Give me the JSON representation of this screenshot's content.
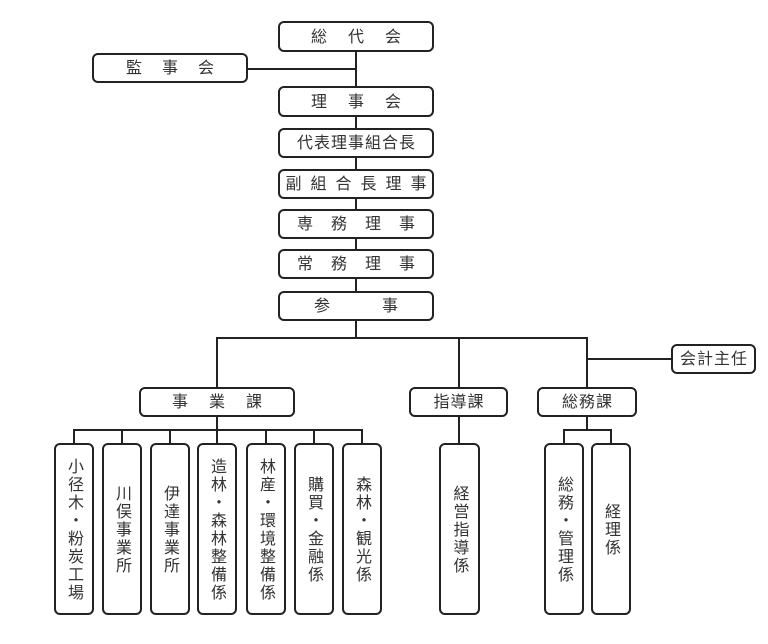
{
  "org_chart": {
    "governance": {
      "general_assembly": "総代会",
      "auditors": "監事会",
      "board": "理事会",
      "representative_director": "代表理事組合長",
      "vice_chairman": "副組合長理事",
      "senior_managing_director": "専務理事",
      "managing_director": "常務理事",
      "counselor": "参事"
    },
    "accounting_chief": "会計主任",
    "divisions": [
      {
        "name": "事業課",
        "units": [
          "小径木・粉炭工場",
          "川俣事業所",
          "伊達事業所",
          "造林・森林整備係",
          "林産・環境整備係",
          "購買・金融係",
          "森林・観光係"
        ]
      },
      {
        "name": "指導課",
        "units": [
          "経営指導係"
        ]
      },
      {
        "name": "総務課",
        "units": [
          "総務・管理係",
          "経理係"
        ]
      }
    ]
  },
  "colors": {
    "line": "#222222",
    "text": "#333333",
    "background": "#ffffff"
  }
}
